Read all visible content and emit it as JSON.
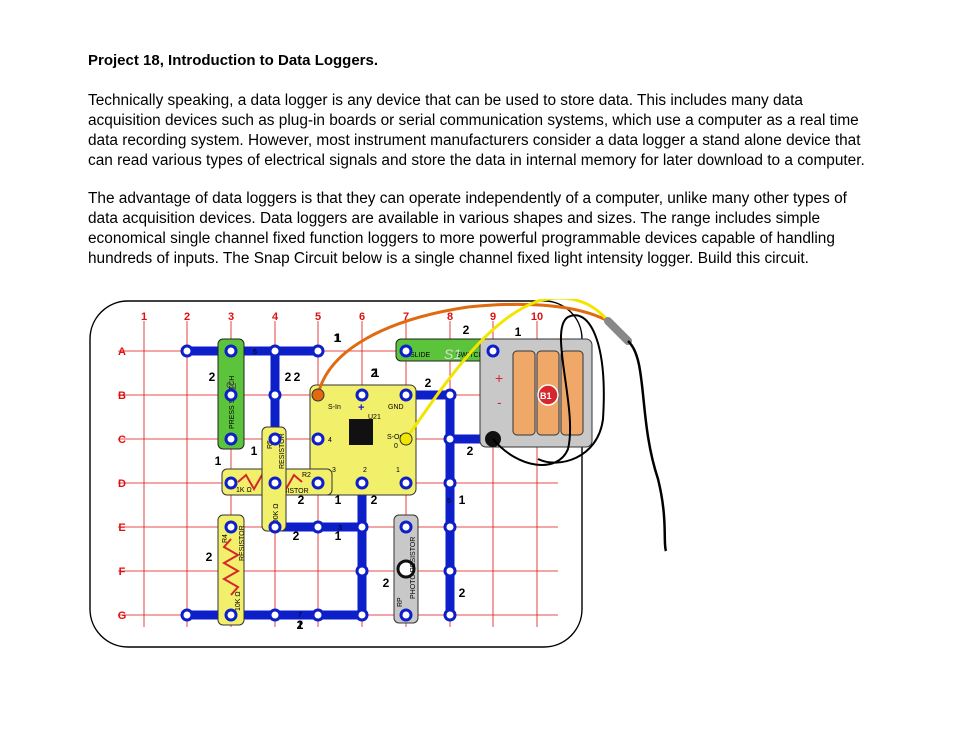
{
  "document": {
    "title": "Project 18, Introduction to Data Loggers.",
    "paragraph1": "Technically speaking, a data logger is any device that can be used to store data. This includes many data acquisition devices such as plug-in boards or serial communication systems, which use a computer as a real time data recording system. However, most instrument manufacturers consider a data logger a stand alone device that can read various types of electrical signals and store the data in internal memory for later download to a computer.",
    "paragraph2": "The advantage of data loggers is that they can operate independently of a computer, unlike many other types of data acquisition devices. Data loggers are available in various shapes and sizes. The range includes simple economical single channel fixed function loggers to more powerful programmable devices capable of handling hundreds of inputs. The Snap Circuit below is a single channel fixed light intensity logger. Build this circuit."
  },
  "board": {
    "columns": [
      "1",
      "2",
      "3",
      "4",
      "5",
      "6",
      "7",
      "8",
      "9",
      "10"
    ],
    "rows": [
      "A",
      "B",
      "C",
      "D",
      "E",
      "F",
      "G"
    ],
    "parts": {
      "press_switch": {
        "label": "PRESS SWITCH",
        "id": "S2"
      },
      "slide_switch": {
        "left": "SLIDE",
        "right": "SWITCH",
        "id": "S1"
      },
      "battery": {
        "id": "B1",
        "plus": "+",
        "minus": "-"
      },
      "data_logger": {
        "id": "U21",
        "s_in": "S-In",
        "gnd": "GND",
        "plus": "+",
        "s_out": "S-Out",
        "zero": "0",
        "pin4": "4",
        "pin3": "3",
        "pin2": "2",
        "pin1": "1"
      },
      "r2": {
        "id": "R2",
        "value": "1K Ω",
        "label": "RESISTOR"
      },
      "r4": {
        "id": "R4",
        "value": "10K Ω",
        "label": "RESISTOR"
      },
      "r5": {
        "id": "R5",
        "value": "100K Ω",
        "label": "RESISTOR"
      },
      "rp": {
        "id": "RP",
        "label": "PHOTO RESISTOR"
      }
    },
    "wire_labels": {
      "w6": "6",
      "w7": "7",
      "w3": "3",
      "w2": "2",
      "w5": "5"
    },
    "levels": [
      "1",
      "2",
      "2",
      "2",
      "1",
      "2",
      "2",
      "1",
      "2",
      "1",
      "2",
      "1",
      "2",
      "2",
      "2",
      "1",
      "2",
      "1",
      "2",
      "2",
      "1",
      "2",
      "1",
      "1"
    ]
  },
  "colors": {
    "grid_red": "#e01010",
    "wire_blue": "#0d1fc8",
    "green_part": "#5cc43a",
    "yellow_part": "#f2ef6b",
    "gray_part": "#c8c8c8",
    "orange_wire": "#e06a10",
    "yellow_wire": "#f2e600"
  }
}
